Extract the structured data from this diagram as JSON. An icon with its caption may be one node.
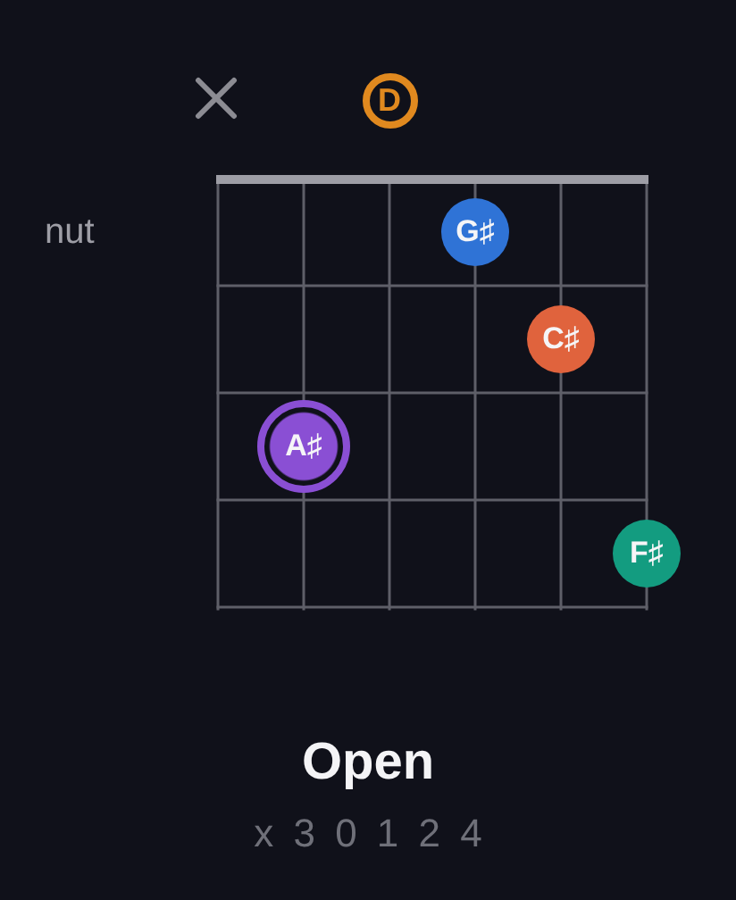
{
  "diagram": {
    "caption": "Open",
    "nodes": [
      {
        "text": [
          "D"
        ]
      },
      {
        "text": [
          "G♯"
        ]
      },
      {
        "text": [
          "C♯"
        ]
      },
      {
        "text": [
          "A♯"
        ]
      },
      {
        "text": [
          "F♯"
        ]
      }
    ],
    "labels": [
      "nut",
      "x 3 0 1 2 4"
    ]
  }
}
